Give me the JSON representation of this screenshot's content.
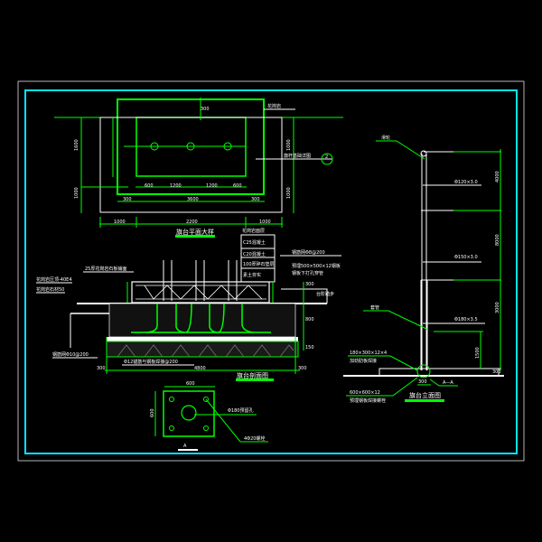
{
  "colors": {
    "background": "#000000",
    "frame_outer": "#ffffff",
    "frame_inner": "#00e5ff",
    "line_green": "#00ff00",
    "line_white": "#ffffff"
  },
  "plan": {
    "title": "旗台平面大样",
    "label_top": "花岗岩",
    "label_right": "旗杆基础详图",
    "detail_mark": "2",
    "dims_bottom": [
      "1000",
      "2200",
      "1000"
    ],
    "dims_inner": [
      "300",
      "3600",
      "300"
    ],
    "dims_segments": [
      "600",
      "1200",
      "1200",
      "600"
    ],
    "dims_left": [
      "1600",
      "1000"
    ],
    "dims_right": [
      "1000",
      "1000"
    ],
    "dim_top": "300"
  },
  "section": {
    "title": "旗台剖面图",
    "layers": [
      "花岗岩面层",
      "C25混凝土",
      "C20混凝土",
      "100厚碎石垫层",
      "素土夯实"
    ],
    "label_rebar_top": "钢筋网Φ8@200",
    "label_plate": "预埋500×500×12钢板",
    "label_plate2": "钢板下打孔穿管",
    "label_step": "台阶踏步",
    "label_stone": "25厚花岗岩石板铺面",
    "label_left1": "花岗岩压顶-40E4",
    "label_left2": "花岗岩石材50",
    "label_rebar_bottom": "钢筋网Φ10@200",
    "label_anchor": "Φ12锚筋与钢板焊接@200",
    "dims_bottom": [
      "300",
      "4800",
      "300"
    ],
    "dims_right": [
      "300",
      "800",
      "150"
    ]
  },
  "base_plate": {
    "dim_top": "600",
    "dim_left": "600",
    "label_hole": "Φ180预留孔",
    "label_bolts": "4Φ20螺栓",
    "section_mark": "A"
  },
  "elevation": {
    "title": "旗台立面图",
    "label_top": "滑轮",
    "pipes": [
      "Φ120×3.0",
      "Φ150×3.0",
      "Φ180×3.5"
    ],
    "label_collar": "套管",
    "label_rib": "180×300×12×4",
    "label_rib2": "加劲肋板焊接",
    "label_plate": "600×600×12",
    "label_plate2": "预埋钢板焊接螺栓",
    "section_ref": "A—A",
    "dim_base": "300",
    "dims_right": [
      "4000",
      "8000",
      "3000"
    ],
    "dim_collar": "1500",
    "dim_small": "300"
  }
}
